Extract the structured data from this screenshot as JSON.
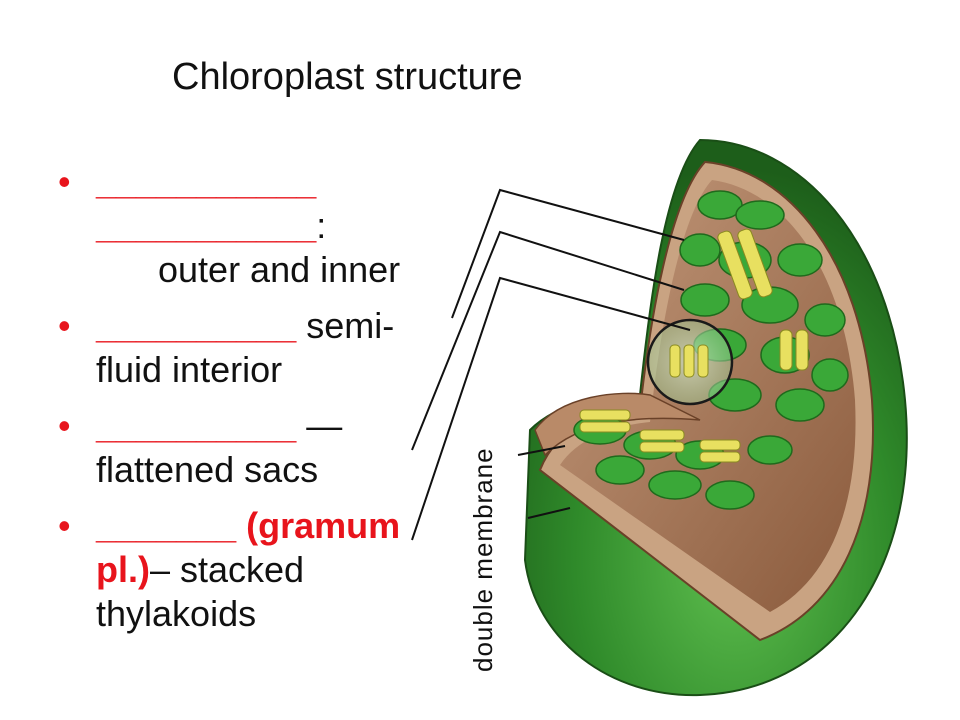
{
  "title": "Chloroplast structure",
  "bullets": [
    {
      "blank1": "___________",
      "blank2": "___________",
      "colon": ":",
      "desc": "outer and inner"
    },
    {
      "blank": "__________",
      "desc1": " semi-",
      "desc2": "fluid interior"
    },
    {
      "blank": "__________",
      "tail": " —",
      "desc": "flattened sacs"
    },
    {
      "blank": "_______",
      "red_part": " (gramum",
      "red_part2": "pl.)",
      "desc": "– stacked",
      "desc2": "thylakoids"
    }
  ],
  "side_label": "double membrane",
  "colors": {
    "accent": "#e8141c",
    "outer_green": "#2f8a2a",
    "stroma_brown": "#a06a4a",
    "thylakoid_green": "#3aa838",
    "grana_yellow": "#e8e060"
  }
}
